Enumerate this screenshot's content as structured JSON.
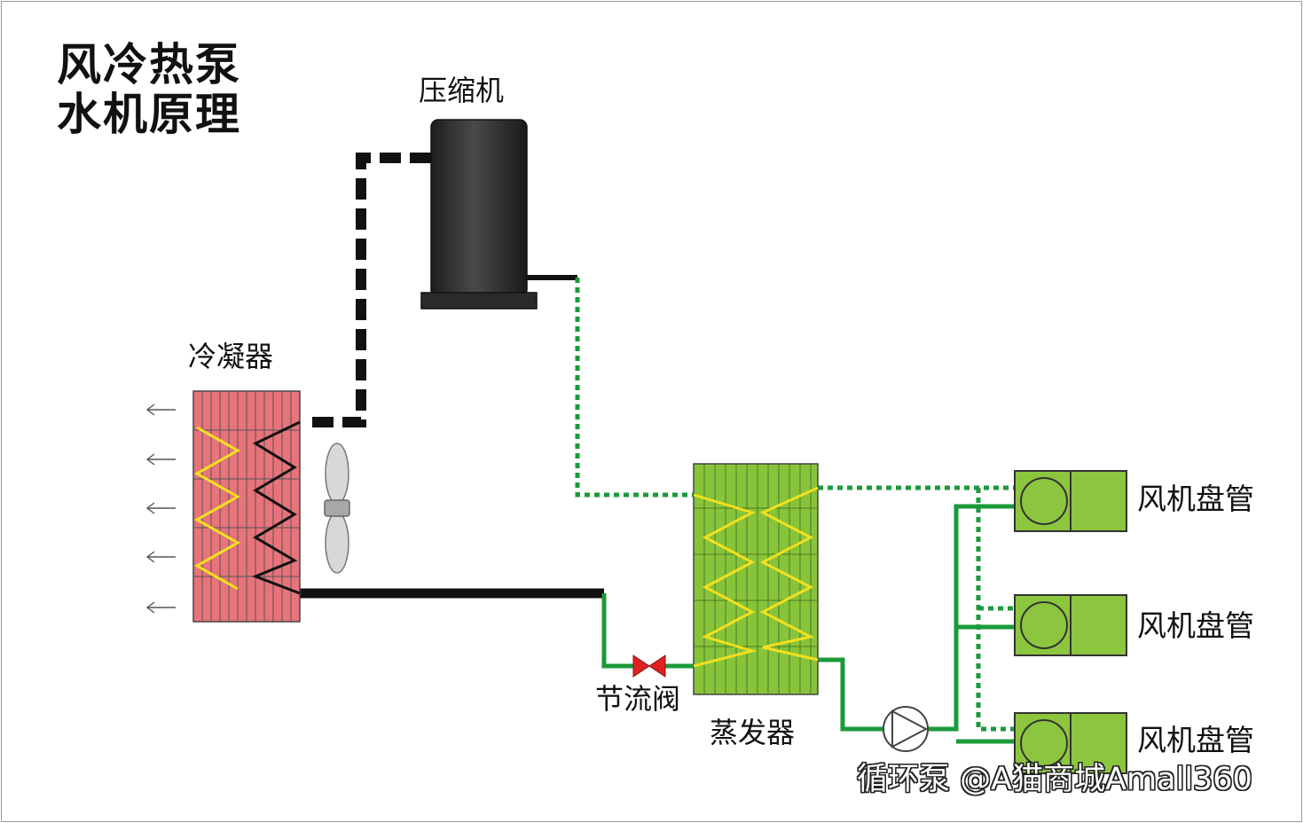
{
  "title": {
    "line1": "风冷热泵",
    "line2": "水机原理"
  },
  "labels": {
    "compressor": "压缩机",
    "condenser": "冷凝器",
    "expansion_valve": "节流阀",
    "evaporator": "蒸发器",
    "pump": "循环泵",
    "fan_coils": [
      "风机盘管",
      "风机盘管",
      "风机盘管"
    ]
  },
  "watermark": "@A猫商城Amall360",
  "colors": {
    "condenser_fill": "#e8737a",
    "evaporator_fill": "#88c43a",
    "fan_coil_fill": "#8cc63f",
    "compressor_fill": "#3a3a3a",
    "zigzag_hot": "#f2e01e",
    "zigzag_black": "#111111",
    "pipe_green": "#1a9a3a",
    "pipe_black": "#111111",
    "valve_red": "#e02020",
    "fan_gray": "#d8d8d8"
  }
}
